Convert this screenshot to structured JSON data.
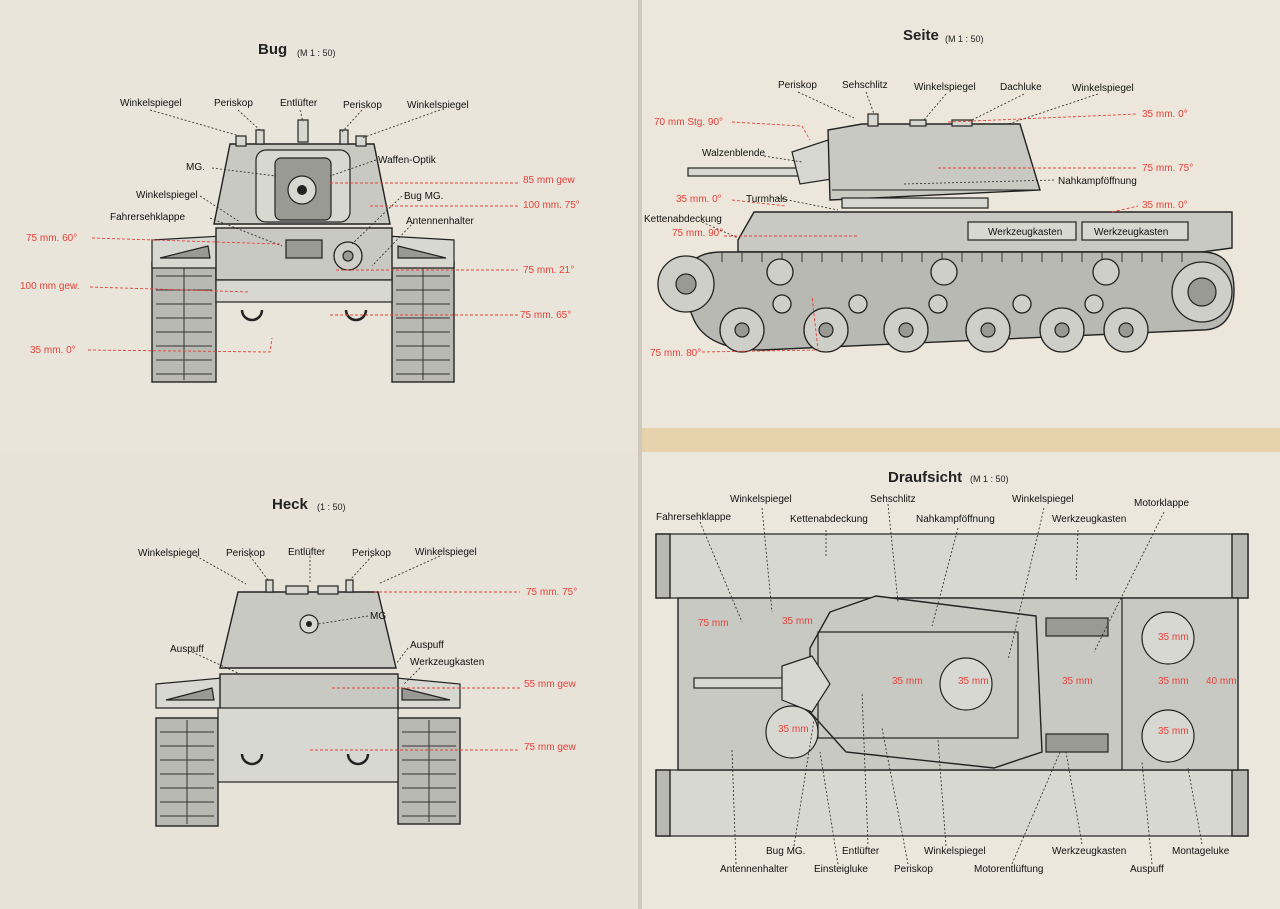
{
  "bug": {
    "title": "Bug",
    "scale": "(M 1 : 50)",
    "labels": [
      "Winkelspiegel",
      "Periskop",
      "Entlüfter",
      "Periskop",
      "Winkelspiegel",
      "MG.",
      "Waffen-Optik",
      "Winkelspiegel",
      "Bug MG.",
      "Fahrersehklappe",
      "Antennenhalter"
    ],
    "armor": [
      "85 mm gew",
      "100 mm. 75°",
      "75 mm. 60°",
      "75 mm. 21°",
      "100 mm gew.",
      "75 mm. 65°",
      "35 mm. 0°"
    ]
  },
  "heck": {
    "title": "Heck",
    "scale": "(1 : 50)",
    "labels": [
      "Winkelspiegel",
      "Periskop",
      "Entlüfter",
      "Periskop",
      "Winkelspiegel",
      "MG",
      "Auspuff",
      "Auspuff",
      "Werkzeugkasten"
    ],
    "armor": [
      "75 mm. 75°",
      "55 mm gew",
      "75 mm gew"
    ]
  },
  "seite": {
    "title": "Seite",
    "scale": "(M 1 : 50)",
    "labels": [
      "Periskop",
      "Sehschlitz",
      "Winkelspiegel",
      "Dachluke",
      "Winkelspiegel",
      "Walzenblende",
      "Nahkampföffnung",
      "Turmhals",
      "Kettenabdeckung",
      "Werkzeugkasten",
      "Werkzeugkasten"
    ],
    "armor": [
      "70 mm Stg. 90°",
      "35 mm. 0°",
      "75 mm. 75°",
      "35 mm. 0°",
      "35 mm. 0°",
      "75 mm. 90°",
      "75 mm. 80°"
    ]
  },
  "draufsicht": {
    "title": "Draufsicht",
    "scale": "(M 1 : 50)",
    "labels_top": [
      "Fahrersehklappe",
      "Winkelspiegel",
      "Kettenabdeckung",
      "Sehschlitz",
      "Nahkampföffnung",
      "Winkelspiegel",
      "Werkzeugkasten",
      "Motorklappe"
    ],
    "labels_bottom": [
      "Antennenhalter",
      "Bug MG.",
      "Einsteigluke",
      "Entlüfter",
      "Periskop",
      "Winkelspiegel",
      "Motorentlüftung",
      "Werkzeugkasten",
      "Auspuff",
      "Montageluke"
    ],
    "armor": [
      "75 mm",
      "35 mm",
      "35 mm",
      "35 mm",
      "35 mm",
      "35 mm",
      "35 mm",
      "35 mm",
      "40 mm",
      "35 mm"
    ]
  }
}
